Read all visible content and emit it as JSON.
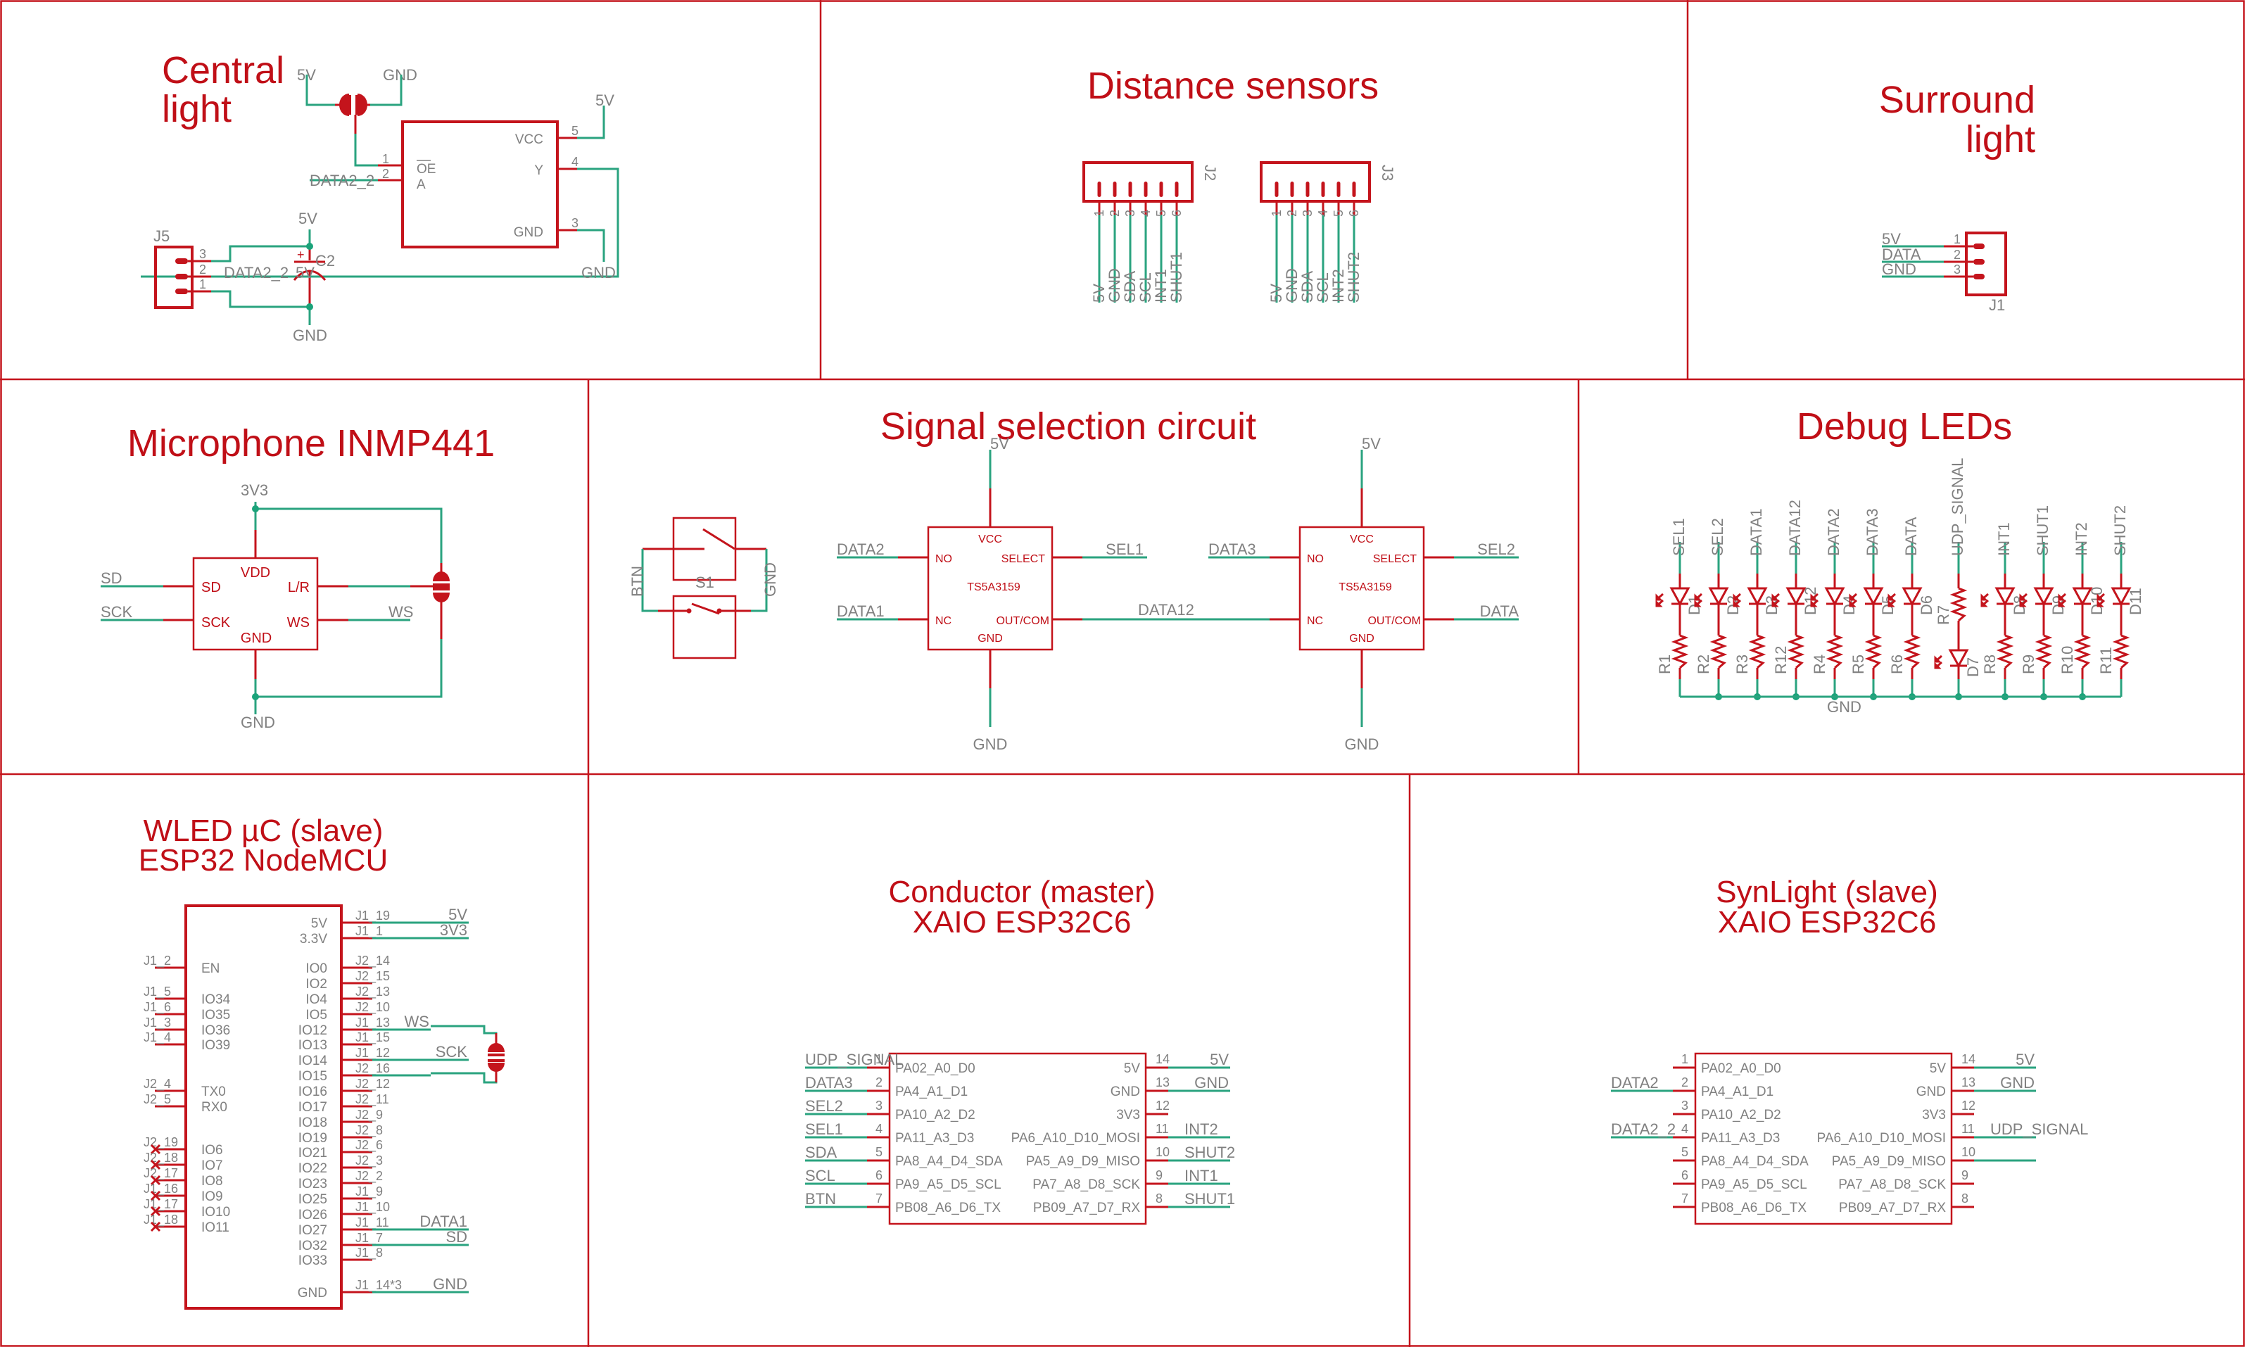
{
  "sheet": {
    "sections": [
      {
        "id": "central-light",
        "title_lines": [
          "Central",
          "light"
        ]
      },
      {
        "id": "distance-sensors",
        "title_lines": [
          "Distance sensors"
        ]
      },
      {
        "id": "surround-light",
        "title_lines": [
          "Surround",
          "light"
        ]
      },
      {
        "id": "microphone",
        "title_lines": [
          "Microphone INMP441"
        ]
      },
      {
        "id": "signal-selection",
        "title_lines": [
          "Signal selection circuit"
        ]
      },
      {
        "id": "debug-leds",
        "title_lines": [
          "Debug LEDs"
        ]
      },
      {
        "id": "wled",
        "title_lines": [
          "WLED µC (slave)",
          "ESP32 NodeMCU"
        ]
      },
      {
        "id": "conductor",
        "title_lines": [
          "Conductor (master)",
          "XAIO ESP32C6"
        ]
      },
      {
        "id": "synlight",
        "title_lines": [
          "SynLight (slave)",
          "XAIO ESP32C6"
        ]
      }
    ]
  },
  "central_light": {
    "cap_nets": [
      "5V",
      "GND"
    ],
    "buffer": {
      "left_pins": [
        {
          "num": "1",
          "name": "OE̅",
          "net": ""
        },
        {
          "num": "2",
          "name": "A",
          "net": "DATA2_2"
        }
      ],
      "right_pins": [
        {
          "num": "5",
          "name": "VCC",
          "net": "5V"
        },
        {
          "num": "4",
          "name": "Y",
          "net": ""
        },
        {
          "num": "3",
          "name": "GND",
          "net": "GND"
        }
      ],
      "oe_label": "OE",
      "a_label": "A"
    },
    "connector": {
      "ref": "J5",
      "pins": [
        "3",
        "2",
        "1"
      ],
      "net_pin2": "DATA2_2"
    },
    "cap2": {
      "ref": "C2",
      "plus": "+",
      "net_top": "5V",
      "net_bottom": "GND",
      "overlap_label": "5V"
    }
  },
  "distance_sensors": {
    "connectors": [
      {
        "ref": "J2",
        "pins": [
          "1",
          "2",
          "3",
          "4",
          "5",
          "6"
        ],
        "nets": [
          "5V",
          "GND",
          "SDA",
          "SCL",
          "INT1",
          "SHUT1"
        ]
      },
      {
        "ref": "J3",
        "pins": [
          "1",
          "2",
          "3",
          "4",
          "5",
          "6"
        ],
        "nets": [
          "5V",
          "GND",
          "SDA",
          "SCL",
          "INT2",
          "SHUT2"
        ]
      }
    ]
  },
  "surround_light": {
    "connector": {
      "ref": "J1",
      "pins": [
        {
          "num": "1",
          "net": "5V"
        },
        {
          "num": "2",
          "net": "DATA"
        },
        {
          "num": "3",
          "net": "GND"
        }
      ]
    }
  },
  "microphone": {
    "chip_pins": {
      "top": "VDD",
      "left": [
        "SD",
        "SCK"
      ],
      "right": [
        "L/R",
        "WS"
      ],
      "bottom": "GND"
    },
    "nets": {
      "top": "3V3",
      "bottom": "GND",
      "left": [
        "SD",
        "SCK"
      ],
      "right_ws": "WS"
    }
  },
  "signal_selection": {
    "switch": {
      "ref": "S1",
      "left_net": "BTN",
      "right_net": "GND"
    },
    "muxes": [
      {
        "part": "TS5A3159",
        "vcc": "VCC",
        "gnd": "GND",
        "no": "NO",
        "nc": "NC",
        "select": "SELECT",
        "out": "OUT/COM",
        "net_vcc": "5V",
        "net_gnd": "GND",
        "net_no": "DATA2",
        "net_nc": "DATA1",
        "net_select": "SEL1",
        "net_out": "DATA12"
      },
      {
        "part": "TS5A3159",
        "vcc": "VCC",
        "gnd": "GND",
        "no": "NO",
        "nc": "NC",
        "select": "SELECT",
        "out": "OUT/COM",
        "net_vcc": "5V",
        "net_gnd": "GND",
        "net_no": "DATA3",
        "net_nc": "DATA12",
        "net_select": "SEL2",
        "net_out": "DATA"
      }
    ]
  },
  "debug_leds": {
    "gnd_net": "GND",
    "channels": [
      {
        "net": "SEL1",
        "led": "D1",
        "res": "R1"
      },
      {
        "net": "SEL2",
        "led": "D2",
        "res": "R2"
      },
      {
        "net": "DATA1",
        "led": "D3",
        "res": "R3"
      },
      {
        "net": "DATA12",
        "led": "D12",
        "res": "R12"
      },
      {
        "net": "DATA2",
        "led": "D4",
        "res": "R4"
      },
      {
        "net": "DATA3",
        "led": "D5",
        "res": "R5"
      },
      {
        "net": "DATA",
        "led": "D6",
        "res": "R6"
      },
      {
        "net": "UDP_SIGNAL",
        "led": "D7",
        "res": "R7",
        "inverted": true
      },
      {
        "net": "INT1",
        "led": "D8",
        "res": "R8"
      },
      {
        "net": "SHUT1",
        "led": "D9",
        "res": "R9"
      },
      {
        "net": "INT2",
        "led": "D10",
        "res": "R10"
      },
      {
        "net": "SHUT2",
        "led": "D11",
        "res": "R11"
      }
    ]
  },
  "wled": {
    "left_pins": [
      {
        "pad": "J1_2",
        "name": "EN",
        "nc": false
      },
      {
        "pad": "J1_5",
        "name": "IO34",
        "nc": false
      },
      {
        "pad": "J1_6",
        "name": "IO35",
        "nc": false
      },
      {
        "pad": "J1_3",
        "name": "IO36",
        "nc": false
      },
      {
        "pad": "J1_4",
        "name": "IO39",
        "nc": false
      },
      {
        "pad": "J2_4",
        "name": "TX0",
        "nc": false
      },
      {
        "pad": "J2_5",
        "name": "RX0",
        "nc": false
      },
      {
        "pad": "J2_19",
        "name": "IO6",
        "nc": true
      },
      {
        "pad": "J2_18",
        "name": "IO7",
        "nc": true
      },
      {
        "pad": "J2_17",
        "name": "IO8",
        "nc": true
      },
      {
        "pad": "J1_16",
        "name": "IO9",
        "nc": true
      },
      {
        "pad": "J1_17",
        "name": "IO10",
        "nc": true
      },
      {
        "pad": "J1_18",
        "name": "IO11",
        "nc": true
      }
    ],
    "right_pins": [
      {
        "pad": "J1_19",
        "name": "5V",
        "net": "5V"
      },
      {
        "pad": "J1_1",
        "name": "3.3V",
        "net": "3V3"
      },
      {
        "pad": "J2_14",
        "name": "IO0",
        "net": ""
      },
      {
        "pad": "J2_15",
        "name": "IO2",
        "net": ""
      },
      {
        "pad": "J2_13",
        "name": "IO4",
        "net": ""
      },
      {
        "pad": "J2_10",
        "name": "IO5",
        "net": ""
      },
      {
        "pad": "J1_13",
        "name": "IO12",
        "net": "WS"
      },
      {
        "pad": "J1_15",
        "name": "IO13",
        "net": ""
      },
      {
        "pad": "J1_12",
        "name": "IO14",
        "net": "SCK"
      },
      {
        "pad": "J2_16",
        "name": "IO15",
        "net": ""
      },
      {
        "pad": "J2_12",
        "name": "IO16",
        "net": ""
      },
      {
        "pad": "J2_11",
        "name": "IO17",
        "net": ""
      },
      {
        "pad": "J2_9",
        "name": "IO18",
        "net": ""
      },
      {
        "pad": "J2_8",
        "name": "IO19",
        "net": ""
      },
      {
        "pad": "J2_6",
        "name": "IO21",
        "net": ""
      },
      {
        "pad": "J2_3",
        "name": "IO22",
        "net": ""
      },
      {
        "pad": "J2_2",
        "name": "IO23",
        "net": ""
      },
      {
        "pad": "J1_9",
        "name": "IO25",
        "net": ""
      },
      {
        "pad": "J1_10",
        "name": "IO26",
        "net": ""
      },
      {
        "pad": "J1_11",
        "name": "IO27",
        "net": "DATA1"
      },
      {
        "pad": "J1_7",
        "name": "IO32",
        "net": "SD"
      },
      {
        "pad": "J1_8",
        "name": "IO33",
        "net": ""
      },
      {
        "pad": "J1_14*3",
        "name": "GND",
        "net": "GND"
      }
    ]
  },
  "conductor": {
    "left_pins": [
      {
        "num": "1",
        "name": "PA02_A0_D0",
        "net": "UDP_SIGNAL"
      },
      {
        "num": "2",
        "name": "PA4_A1_D1",
        "net": "DATA3"
      },
      {
        "num": "3",
        "name": "PA10_A2_D2",
        "net": "SEL2"
      },
      {
        "num": "4",
        "name": "PA11_A3_D3",
        "net": "SEL1"
      },
      {
        "num": "5",
        "name": "PA8_A4_D4_SDA",
        "net": "SDA"
      },
      {
        "num": "6",
        "name": "PA9_A5_D5_SCL",
        "net": "SCL"
      },
      {
        "num": "7",
        "name": "PB08_A6_D6_TX",
        "net": "BTN"
      }
    ],
    "right_pins": [
      {
        "num": "14",
        "name": "5V",
        "net": "5V"
      },
      {
        "num": "13",
        "name": "GND",
        "net": "GND"
      },
      {
        "num": "12",
        "name": "3V3",
        "net": ""
      },
      {
        "num": "11",
        "name": "PA6_A10_D10_MOSI",
        "net": "INT2"
      },
      {
        "num": "10",
        "name": "PA5_A9_D9_MISO",
        "net": "SHUT2"
      },
      {
        "num": "9",
        "name": "PA7_A8_D8_SCK",
        "net": "INT1"
      },
      {
        "num": "8",
        "name": "PB09_A7_D7_RX",
        "net": "SHUT1"
      }
    ]
  },
  "synlight": {
    "left_pins": [
      {
        "num": "1",
        "name": "PA02_A0_D0",
        "net": ""
      },
      {
        "num": "2",
        "name": "PA4_A1_D1",
        "net": "DATA2"
      },
      {
        "num": "3",
        "name": "PA10_A2_D2",
        "net": ""
      },
      {
        "num": "4",
        "name": "PA11_A3_D3",
        "net": "DATA2_2"
      },
      {
        "num": "5",
        "name": "PA8_A4_D4_SDA",
        "net": ""
      },
      {
        "num": "6",
        "name": "PA9_A5_D5_SCL",
        "net": ""
      },
      {
        "num": "7",
        "name": "PB08_A6_D6_TX",
        "net": ""
      }
    ],
    "right_pins": [
      {
        "num": "14",
        "name": "5V",
        "net": "5V"
      },
      {
        "num": "13",
        "name": "GND",
        "net": "GND"
      },
      {
        "num": "12",
        "name": "3V3",
        "net": ""
      },
      {
        "num": "11",
        "name": "PA6_A10_D10_MOSI",
        "net": "UDP_SIGNAL"
      },
      {
        "num": "10",
        "name": "PA5_A9_D9_MISO",
        "net": "",
        "wire": true
      },
      {
        "num": "9",
        "name": "PA7_A8_D8_SCK",
        "net": ""
      },
      {
        "num": "8",
        "name": "PB09_A7_D7_RX",
        "net": ""
      }
    ]
  },
  "colors": {
    "frame": "#c4141c",
    "title": "#c00f17",
    "wire": "#2aa37f",
    "label": "#808080",
    "junction": "#1aa37a"
  }
}
